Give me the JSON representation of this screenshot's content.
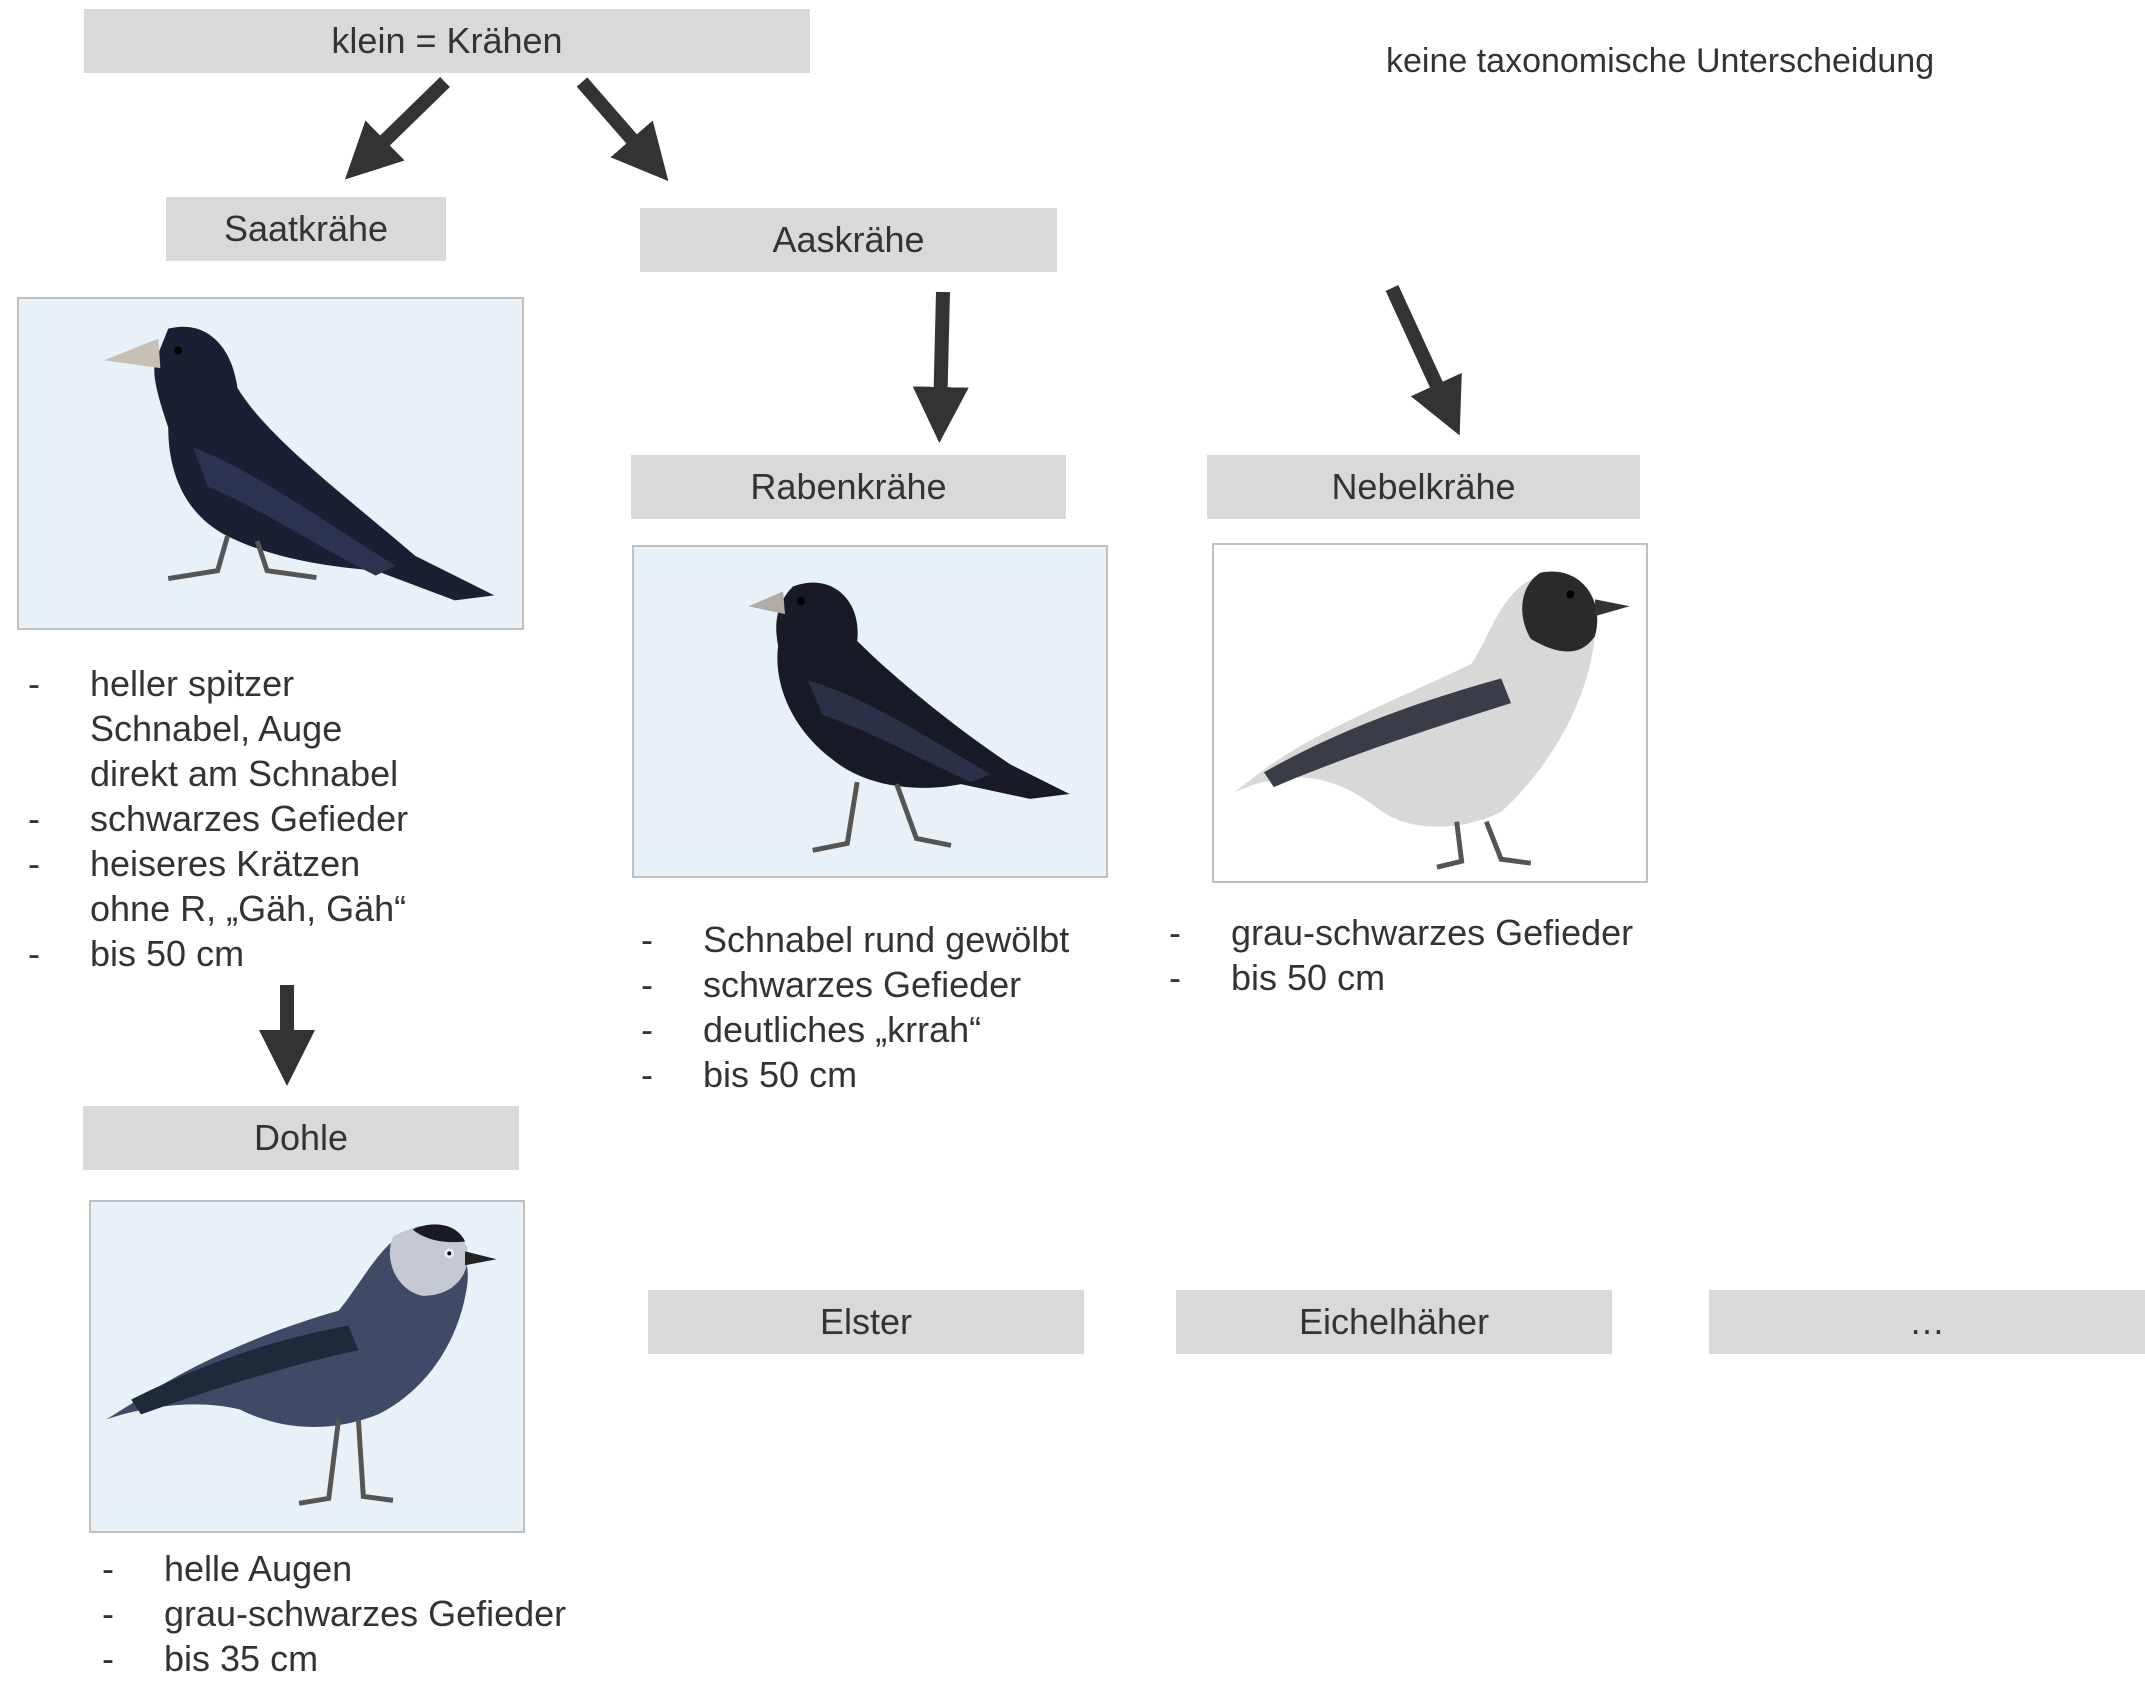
{
  "root": {
    "label": "klein = Krähen"
  },
  "note": "keine taxonomische Unterscheidung",
  "nodes": {
    "saatkraehe": "Saatkrähe",
    "aaskraehe": "Aaskrähe",
    "rabenkraehe": "Rabenkrähe",
    "nebelkraehe": "Nebelkrähe",
    "dohle": "Dohle",
    "elster": "Elster",
    "eichelhaeher": "Eichelhäher",
    "more": "…"
  },
  "facts": {
    "dash": "-",
    "saatkraehe": [
      "heller spitzer\nSchnabel, Auge\ndirekt am Schnabel",
      "schwarzes Gefieder",
      "heiseres Krätzen\nohne R, „Gäh, Gäh“",
      "bis 50 cm"
    ],
    "rabenkraehe": [
      "Schnabel rund gewölbt",
      "schwarzes Gefieder",
      "deutliches „krrah“",
      "bis 50 cm"
    ],
    "nebelkraehe": [
      "grau-schwarzes Gefieder",
      "bis 50 cm"
    ],
    "dohle": [
      "helle Augen",
      "grau-schwarzes Gefieder",
      "bis 35 cm"
    ]
  },
  "colors": {
    "box": "#d9d9d9",
    "text": "#333333",
    "arrow": "#333333",
    "sky": "#e8f1f7"
  },
  "illustrations": {
    "saatkraehe": "rook-illustration",
    "rabenkraehe": "carrion-crow-illustration",
    "nebelkraehe": "hooded-crow-illustration",
    "dohle": "jackdaw-illustration"
  }
}
